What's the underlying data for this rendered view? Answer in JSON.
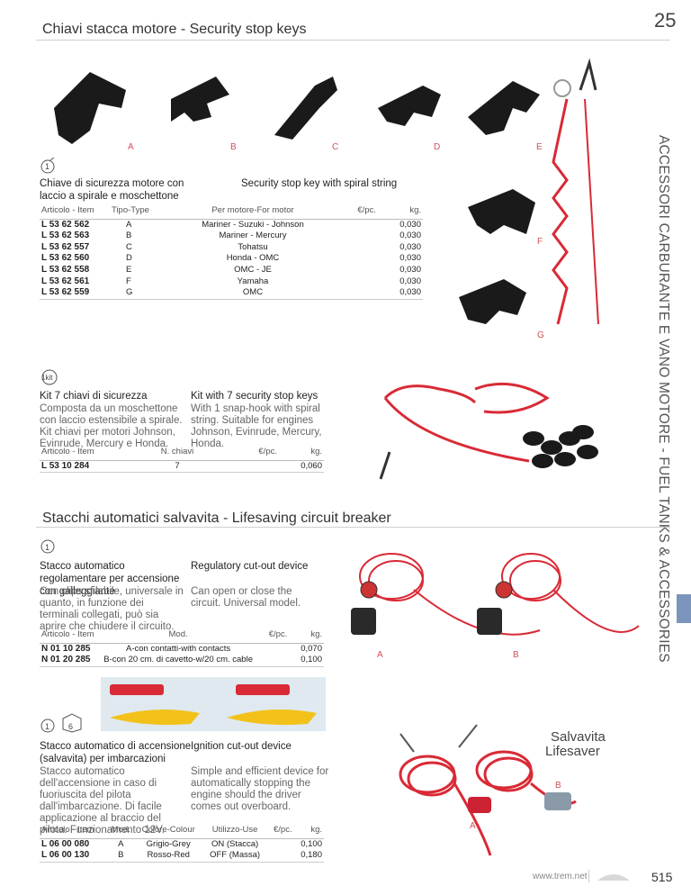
{
  "header": {
    "title": "Chiavi stacca motore - Security stop keys",
    "page_top": "25"
  },
  "side_title": "ACCESSORI CARBURANTE E VANO MOTORE - FUEL TANKS & ACCESSORIES",
  "colors": {
    "red": "#d92a36",
    "tab": "#7b95bd",
    "letter": "#d0505a"
  },
  "keys": {
    "letters": [
      "A",
      "B",
      "C",
      "D",
      "E",
      "F",
      "G"
    ],
    "pack": "1",
    "title_it": "Chiave di sicurezza motore con laccio a spirale e moschettone",
    "title_en": "Security stop key with spiral string",
    "columns": [
      "Articolo - Item",
      "Tipo-Type",
      "Per motore-For motor",
      "€/pc.",
      "kg."
    ],
    "rows": [
      [
        "L 53 62 562",
        "A",
        "Mariner - Suzuki - Johnson",
        "0,030"
      ],
      [
        "L 53 62 563",
        "B",
        "Mariner - Mercury",
        "0,030"
      ],
      [
        "L 53 62 557",
        "C",
        "Tohatsu",
        "0,030"
      ],
      [
        "L 53 62 560",
        "D",
        "Honda - OMC",
        "0,030"
      ],
      [
        "L 53 62 558",
        "E",
        "OMC - JE",
        "0,030"
      ],
      [
        "L 53 62 561",
        "F",
        "Yamaha",
        "0,030"
      ],
      [
        "L 53 62 559",
        "G",
        "OMC",
        "0,030"
      ]
    ]
  },
  "kit": {
    "pack": "1kit",
    "title_it": "Kit 7 chiavi di sicurezza",
    "title_en": "Kit with 7 security stop keys",
    "desc_it": "Composta da un moschettone con laccio estensibile a spirale. Kit chiavi per motori Johnson, Evinrude, Mercury e Honda.",
    "desc_en": "With 1 snap-hook with spiral string. Suitable for engines Johnson, Evinrude, Mercury, Honda.",
    "columns": [
      "Articolo - Item",
      "N. chiavi",
      "€/pc.",
      "kg."
    ],
    "row": [
      "L 53 10 284",
      "7",
      "0,060"
    ]
  },
  "breaker_section": {
    "title": "Stacchi automatici salvavita - Lifesaving circuit breaker"
  },
  "regulatory": {
    "pack": "1",
    "title_it": "Stacco automatico regolamentare per accensione con galleggiante",
    "title_en": "Regulatory cut-out device",
    "desc_it": "Con clips sfilabile, universale in quanto, in funzione dei terminali collegati, può sia aprire che chiudere il circuito.",
    "desc_en": "Can open or close the circuit. Universal model.",
    "columns": [
      "Articolo - Item",
      "Mod.",
      "€/pc.",
      "kg."
    ],
    "rows": [
      [
        "N 01 10 285",
        "A-con contatti-with contacts",
        "0,070"
      ],
      [
        "N 01 20 285",
        "B-con 20 cm. di cavetto-w/20 cm. cable",
        "0,100"
      ]
    ],
    "photo_labels": [
      "A",
      "B"
    ]
  },
  "ignition": {
    "pack": "1",
    "box_count": "6",
    "title_it": "Stacco automatico di accensione (salvavita) per imbarcazioni",
    "title_en": "Ignition cut-out device",
    "desc_it": "Stacco automatico dell'accensione in caso di fuoriuscita del pilota dall'imbarcazione. Di facile applicazione al braccio del pilota. Funzionamento 12V.",
    "desc_en": "Simple and efficient device for automatically stopping the engine should the driver comes out overboard.",
    "columns": [
      "Articolo - Item",
      "Mod.",
      "Colore-Colour",
      "Utilizzo-Use",
      "€/pc.",
      "kg."
    ],
    "rows": [
      [
        "L 06 00 080",
        "A",
        "Grigio-Grey",
        "ON (Stacca)",
        "0,100"
      ],
      [
        "L 06 00 130",
        "B",
        "Rosso-Red",
        "OFF (Massa)",
        "0,180"
      ]
    ],
    "badge": [
      "Salvavita",
      "Lifesaver"
    ],
    "photo_labels": [
      "A",
      "B"
    ]
  },
  "footer": {
    "url": "www.trem.net",
    "page_bottom": "515"
  }
}
